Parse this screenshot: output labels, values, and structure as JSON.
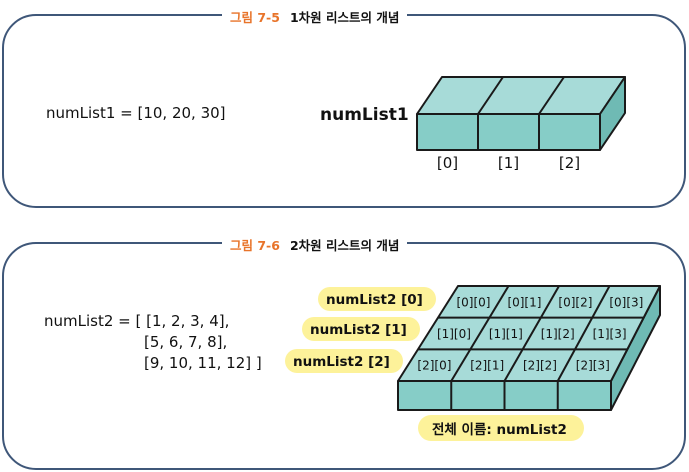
{
  "fig1": {
    "number": "그림 7-5",
    "title": "1차원 리스트의 개념",
    "code": "numList1 = [10, 20, 30]",
    "list_name": "numList1",
    "indices": [
      "[0]",
      "[1]",
      "[2]"
    ]
  },
  "fig2": {
    "number": "그림 7-6",
    "title": "2차원 리스트의 개념",
    "code_lines": [
      "numList2 = [ [1, 2, 3, 4],",
      "[5, 6, 7, 8],",
      "[9, 10, 11, 12] ]"
    ],
    "row_labels": [
      "numList2 [0]",
      "numList2 [1]",
      "numList2 [2]"
    ],
    "cells": [
      [
        "[0][0]",
        "[0][1]",
        "[0][2]",
        "[0][3]"
      ],
      [
        "[1][0]",
        "[1][1]",
        "[1][2]",
        "[1][3]"
      ],
      [
        "[2][0]",
        "[2][1]",
        "[2][2]",
        "[2][3]"
      ]
    ],
    "full_name": "전체 이름: numList2"
  },
  "colors": {
    "border": "#3f5779",
    "accent": "#e8742a",
    "box_top": "#a7dbd8",
    "box_front": "#86cdc7",
    "box_side": "#6fbab4",
    "highlight": "#fdf29a"
  }
}
